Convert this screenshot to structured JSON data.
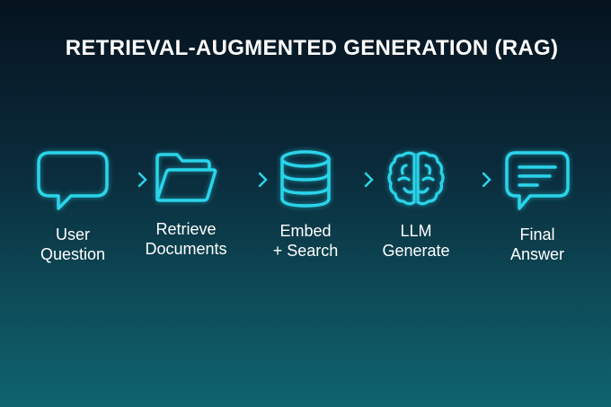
{
  "title": "RETRIEVAL-AUGMENTED GENERATION (RAG)",
  "accent": "#2ad4ea",
  "steps": [
    {
      "icon": "speech-bubble-icon",
      "line1": "User",
      "line2": "Question"
    },
    {
      "icon": "folder-icon",
      "line1": "Retrieve",
      "line2": "Documents"
    },
    {
      "icon": "database-icon",
      "line1": "Embed",
      "line2": "+ Search"
    },
    {
      "icon": "brain-icon",
      "line1": "LLM",
      "line2": "Generate"
    },
    {
      "icon": "message-lines-icon",
      "line1": "Final",
      "line2": "Answer"
    }
  ]
}
